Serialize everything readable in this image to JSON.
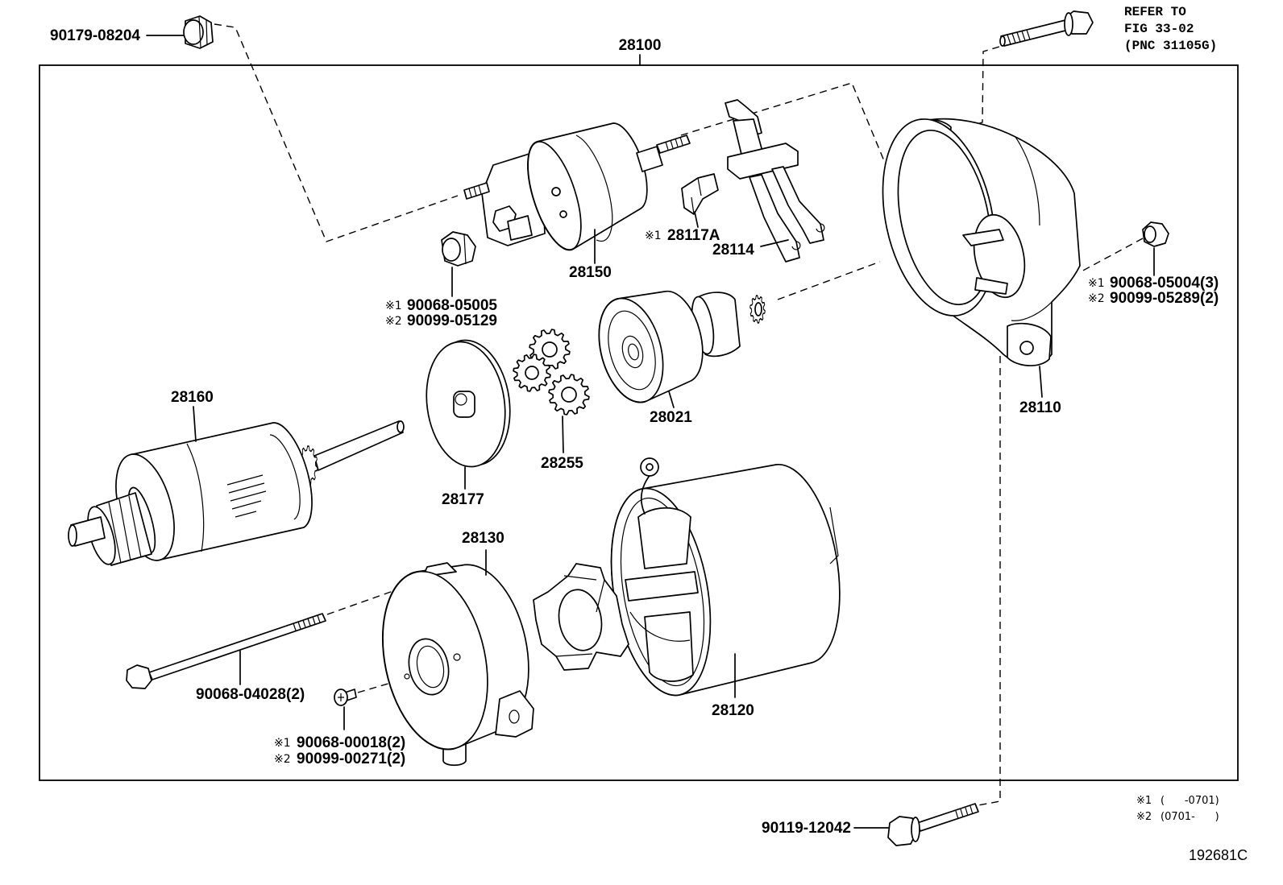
{
  "figure_code": "192681C",
  "assembly": {
    "part_no": "28100"
  },
  "refer_note": {
    "line1": "REFER TO",
    "line2": "FIG 33-02",
    "line3": "(PNC 31105G)"
  },
  "callouts": {
    "nut_top": {
      "part_no": "90179-08204"
    },
    "solenoid": {
      "part_no": "28150"
    },
    "solenoid_part": {
      "mark": "※1",
      "part_no": "28117A"
    },
    "brush_holder_lead": {
      "part_no": "28114"
    },
    "solenoid_nut": {
      "mark1": "※1",
      "part_no1": "90068-05005",
      "mark2": "※2",
      "part_no2": "90099-05129"
    },
    "housing_nut": {
      "mark1": "※1",
      "part_no1": "90068-05004(3)",
      "mark2": "※2",
      "part_no2": "90099-05289(2)"
    },
    "armature": {
      "part_no": "28160"
    },
    "clutch": {
      "part_no": "28021"
    },
    "housing": {
      "part_no": "28110"
    },
    "gears": {
      "part_no": "28255"
    },
    "plate": {
      "part_no": "28177"
    },
    "end_frame": {
      "part_no": "28130"
    },
    "through_bolt": {
      "part_no": "90068-04028(2)"
    },
    "field_frame": {
      "part_no": "28120"
    },
    "screw": {
      "mark1": "※1",
      "part_no1": "90068-00018(2)",
      "mark2": "※2",
      "part_no2": "90099-00271(2)"
    },
    "bolt_bottom": {
      "part_no": "90119-12042"
    }
  },
  "legend": [
    {
      "mark": "※1",
      "range": "(      -0701)"
    },
    {
      "mark": "※2",
      "range": "(0701-      )"
    }
  ]
}
